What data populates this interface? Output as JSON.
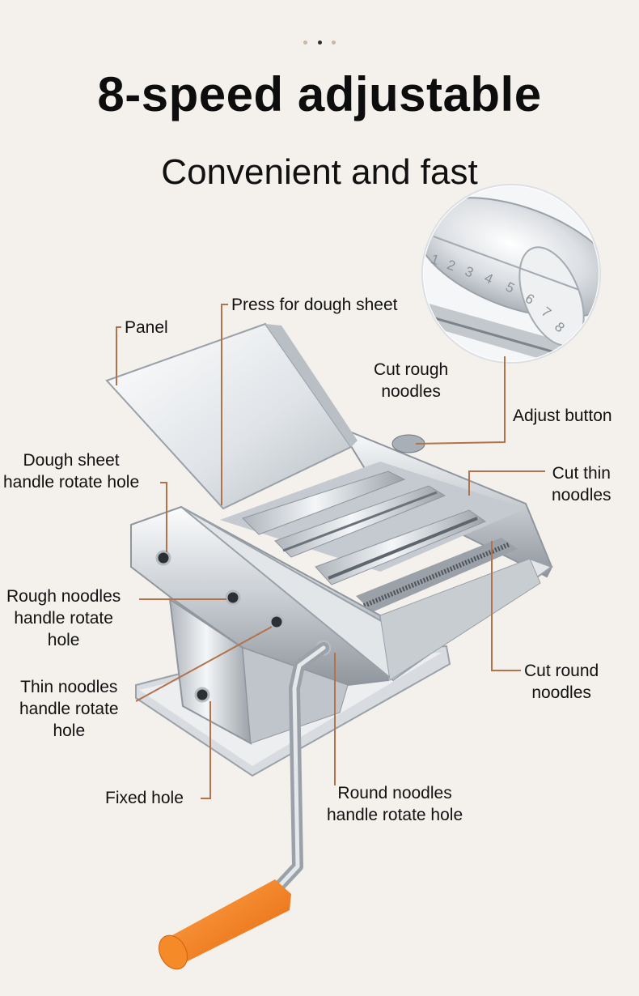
{
  "header": {
    "title": "8-speed adjustable",
    "subtitle": "Convenient and fast"
  },
  "pagination": {
    "count": 3,
    "active_index": 1
  },
  "dial_numbers": [
    "1",
    "2",
    "3",
    "4",
    "5",
    "6",
    "7",
    "8"
  ],
  "labels": {
    "panel": "Panel",
    "press_sheet": "Press for dough sheet",
    "cut_rough": [
      "Cut rough",
      "noodles"
    ],
    "adjust_button": "Adjust button",
    "dough_sheet_hole": [
      "Dough sheet",
      "handle rotate hole"
    ],
    "cut_thin": [
      "Cut thin",
      "noodles"
    ],
    "rough_hole": [
      "Rough noodles",
      "handle rotate",
      "hole"
    ],
    "thin_hole": [
      "Thin noodles",
      "handle rotate",
      "hole"
    ],
    "cut_round": [
      "Cut round",
      "noodles"
    ],
    "fixed_hole": "Fixed hole",
    "round_hole": [
      "Round noodles",
      "handle rotate hole"
    ]
  },
  "colors": {
    "background": "#f4f1ec",
    "leader_line": "#b2734a",
    "handle_grip": "#f07d1c",
    "steel_light": "#eef0f2",
    "steel_dark": "#8c939b"
  }
}
